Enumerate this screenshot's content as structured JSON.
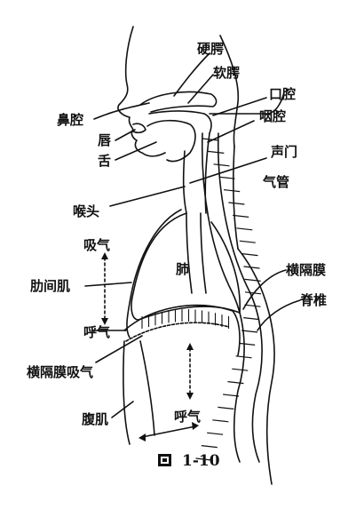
{
  "labels": {
    "hard_palate": "硬腭",
    "soft_palate": "软腭",
    "oral_cavity": "口腔",
    "nasal_cavity": "鼻腔",
    "pharynx": "咽腔",
    "lips": "唇",
    "tongue": "舌",
    "glottis": "声门",
    "trachea": "气管",
    "larynx": "喉头",
    "inhale_top": "吸气",
    "lung": "肺",
    "diaphragm_right": "横隔膜",
    "spine": "脊椎",
    "intercostal_muscle": "肋间肌",
    "exhale_left": "呼气",
    "diaphragm_inhale": "横隔膜吸气",
    "abdominal_muscle": "腹肌",
    "exhale_bottom": "呼气"
  },
  "caption": {
    "number": "1-10"
  }
}
